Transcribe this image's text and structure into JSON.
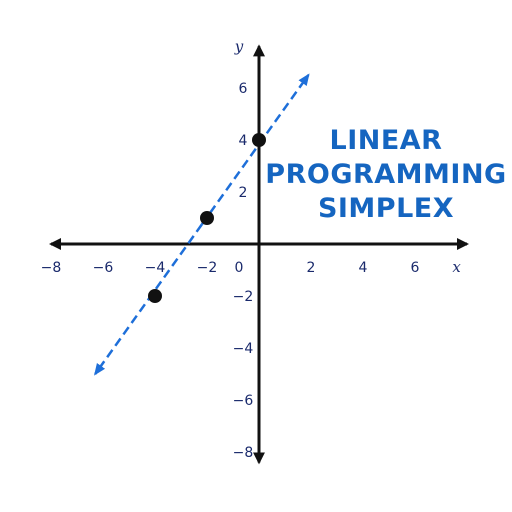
{
  "overlay": {
    "lines": [
      "LINEAR",
      "PROGRAMMING",
      "SIMPLEX"
    ],
    "color": "#1565c0"
  },
  "chart_data": {
    "type": "line",
    "title": "",
    "xlabel": "x",
    "ylabel": "y",
    "xlim": [
      -8,
      8
    ],
    "ylim": [
      -8,
      8
    ],
    "grid": false,
    "x_ticks": [
      -8,
      -6,
      -4,
      -2,
      0,
      2,
      4,
      6
    ],
    "x_tick_labels": [
      "−8",
      "−6",
      "−4",
      "−2",
      "0",
      "2",
      "4",
      "6"
    ],
    "y_ticks": [
      -8,
      -6,
      -4,
      -2,
      2,
      4,
      6
    ],
    "y_tick_labels": [
      "−8",
      "−6",
      "−4",
      "−2",
      "2",
      "4",
      "6"
    ],
    "line": {
      "from": [
        -6.3,
        -5
      ],
      "to": [
        1.9,
        6.5
      ],
      "style": "dashed",
      "color": "#1e6fd9",
      "arrows": "both"
    },
    "points": [
      {
        "x": -4,
        "y": -2
      },
      {
        "x": -2,
        "y": 1
      },
      {
        "x": 0,
        "y": 4
      }
    ],
    "colors": {
      "axes": "#111111",
      "ticks": "#1a2a6c",
      "points": "#111111"
    }
  }
}
